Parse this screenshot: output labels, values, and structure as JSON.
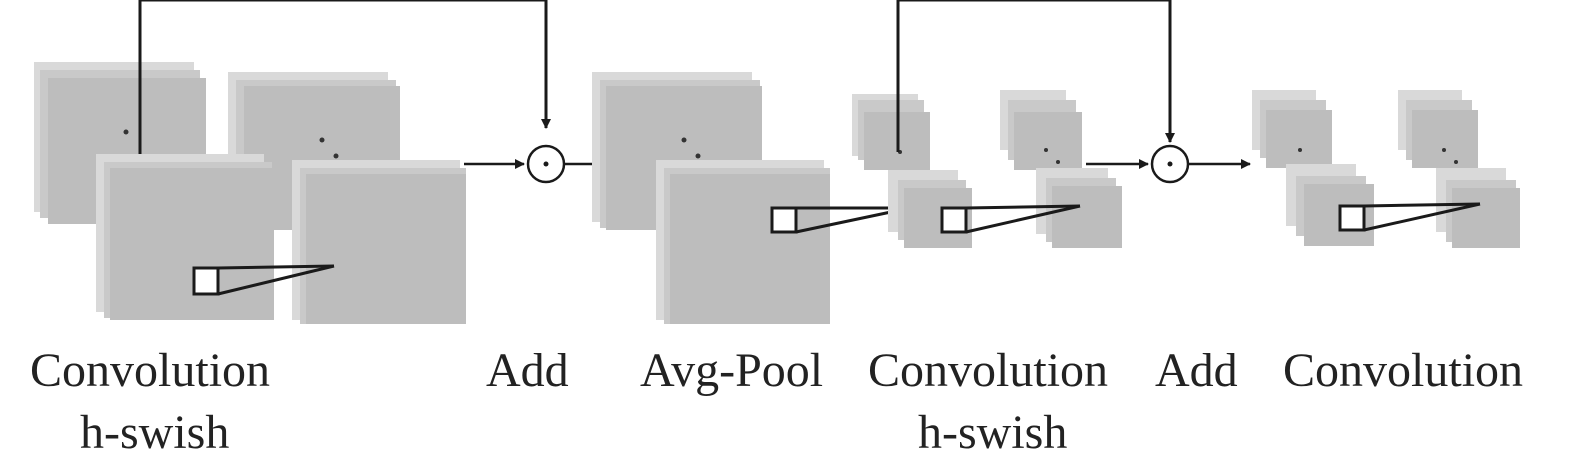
{
  "colors": {
    "feature_map": "#bdbdbd",
    "feature_map_shadow": "#d9d9d9",
    "line": "#1a1a1a",
    "text": "#222222"
  },
  "labels": {
    "conv1": "Convolution",
    "swish1": "h-swish",
    "add1": "Add",
    "avgpool": "Avg-Pool",
    "conv2": "Convolution",
    "swish2": "h-swish",
    "add2": "Add",
    "conv3": "Convolution"
  }
}
